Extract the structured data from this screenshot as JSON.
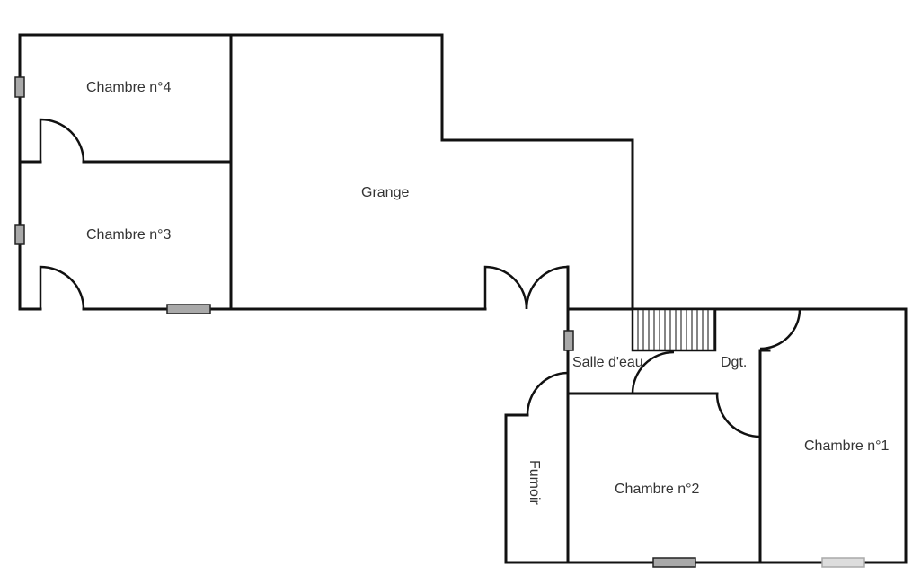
{
  "plan": {
    "rooms": {
      "chambre4": "Chambre n°4",
      "chambre3": "Chambre n°3",
      "grange": "Grange",
      "salle_eau": "Salle d'eau",
      "dgt": "Dgt.",
      "chambre1": "Chambre n°1",
      "chambre2": "Chambre n°2",
      "fumoir": "Fumoir"
    },
    "colors": {
      "wall": "#111111",
      "window": "#a9a9a9",
      "text": "#333333"
    }
  }
}
